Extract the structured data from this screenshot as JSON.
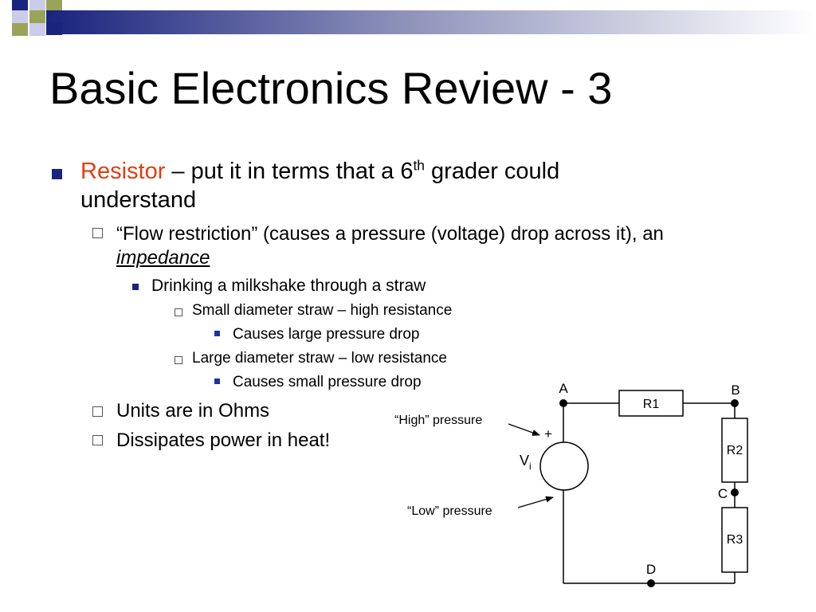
{
  "slide": {
    "title": "Basic Electronics Review - 3",
    "colors": {
      "accent": "#e23d12",
      "navy": "#1a237e",
      "bullet_blue": "#1f2fa8",
      "deco_olive": "#9aa35a"
    },
    "bullet1": {
      "keyword": "Resistor",
      "text_before_sup": " – put it in terms that a 6",
      "sup": "th",
      "text_after_sup": " grader could",
      "line2": "understand"
    },
    "sub1": {
      "text": "“Flow restriction” (causes a pressure (voltage) drop across it), an",
      "emphasis": "impedance"
    },
    "sub1_1": "Drinking a milkshake through a straw",
    "sub1_1_1": "Small diameter straw – high resistance",
    "sub1_1_1_1": "Causes large pressure drop",
    "sub1_1_2": "Large diameter straw – low resistance",
    "sub1_1_2_1": "Causes small pressure drop",
    "sub2": "Units are in Ohms",
    "sub3": "Dissipates power in heat!"
  },
  "circuit": {
    "node_a": "A",
    "node_b": "B",
    "node_c": "C",
    "node_d": "D",
    "r1": "R1",
    "r2": "R2",
    "r3": "R3",
    "source_symbol": "V",
    "source_subscript": "i",
    "plus_sign": "+",
    "high_label": "“High” pressure",
    "low_label": "“Low” pressure"
  }
}
